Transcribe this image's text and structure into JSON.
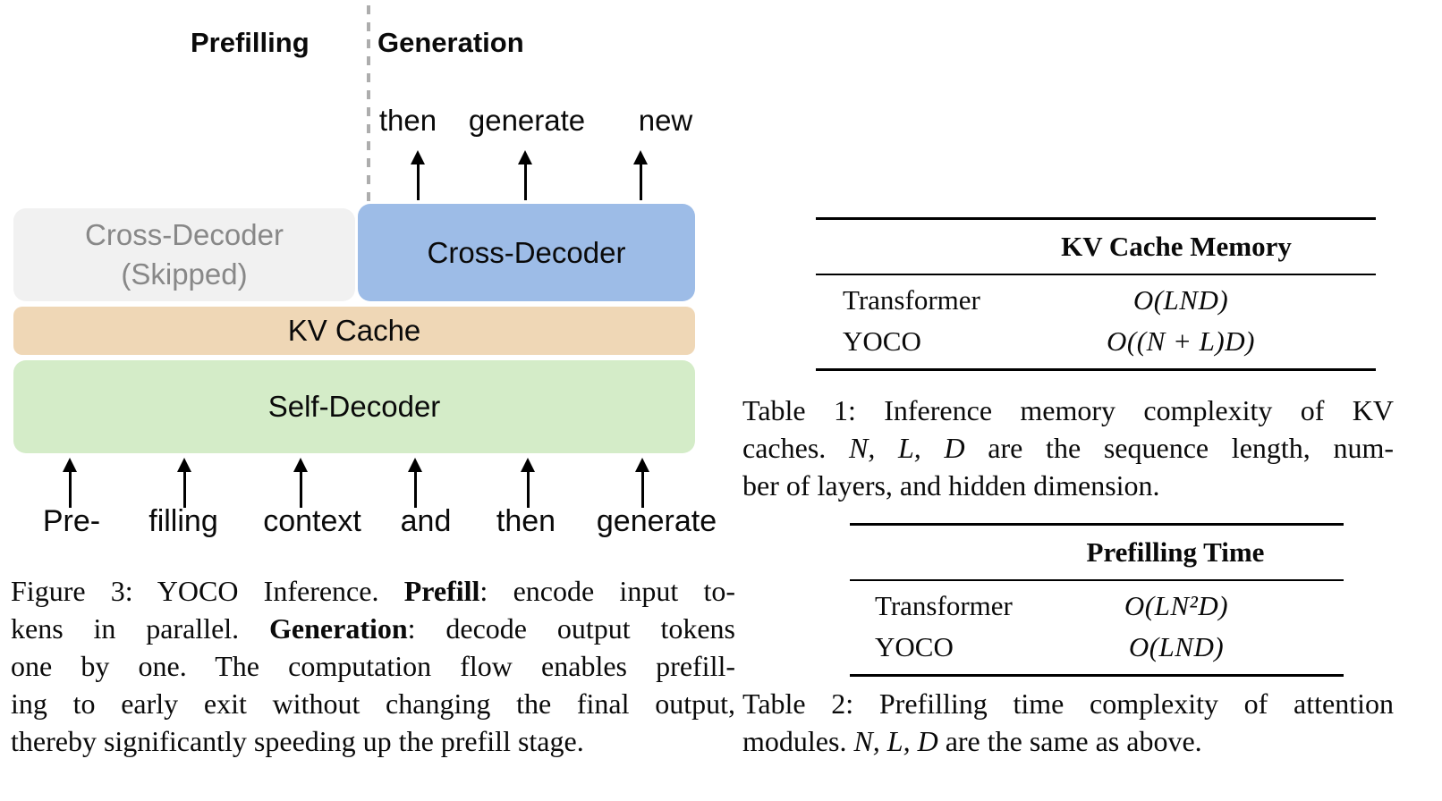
{
  "figure": {
    "prefilling_label": "Prefilling",
    "generation_label": "Generation",
    "output_tokens": [
      "then",
      "generate",
      "new"
    ],
    "input_tokens": [
      "Pre-",
      "filling",
      "context",
      "and",
      "then",
      "generate"
    ],
    "boxes": {
      "skipped_line1": "Cross-Decoder",
      "skipped_line2": "(Skipped)",
      "cross_decoder": "Cross-Decoder",
      "kv_cache": "KV Cache",
      "self_decoder": "Self-Decoder"
    },
    "colors": {
      "skipped_bg": "#f1f1f1",
      "skipped_text": "#888888",
      "cross_decoder_bg": "#9dbce7",
      "kv_cache_bg": "#efd7b6",
      "self_decoder_bg": "#d4ecc8",
      "dash_line": "#adadad"
    },
    "caption": {
      "l1a": "Figure 3: YOCO Inference. ",
      "l1b": "Prefill",
      "l1c": ": encode input to-",
      "l2a": "kens in parallel. ",
      "l2b": "Generation",
      "l2c": ": decode output tokens",
      "l3": "one by one. The computation flow enables prefill-",
      "l4": "ing to early exit without changing the final output,",
      "l5": "thereby significantly speeding up the prefill stage."
    }
  },
  "table1": {
    "header": "KV Cache Memory",
    "rows": [
      {
        "name": "Transformer",
        "formula": "O(LND)"
      },
      {
        "name": "YOCO",
        "formula": "O((N + L)D)"
      }
    ],
    "caption": {
      "l1": "Table 1: Inference memory complexity of KV",
      "l2a": "caches. ",
      "l2b": "N, L, D",
      "l2c": " are the sequence length, num-",
      "l3": "ber of layers, and hidden dimension."
    }
  },
  "table2": {
    "header": "Prefilling Time",
    "rows": [
      {
        "name": "Transformer",
        "formula": "O(LN²D)"
      },
      {
        "name": "YOCO",
        "formula": "O(LND)"
      }
    ],
    "caption": {
      "l1": "Table 2: Prefilling time complexity of attention",
      "l2a": "modules. ",
      "l2b": "N, L, D",
      "l2c": " are the same as above."
    }
  }
}
